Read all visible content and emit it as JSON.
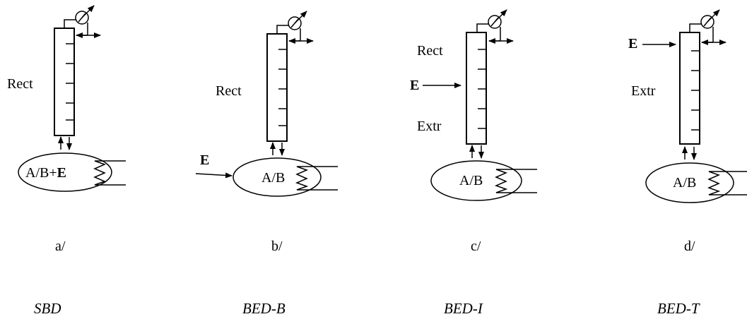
{
  "panels": [
    {
      "id": "a",
      "column_label": "Rect",
      "entrainer_label": "",
      "pot_label": "A/B+",
      "pot_bold": "E",
      "sub_label": "a/",
      "caption": "SBD"
    },
    {
      "id": "b",
      "column_label": "Rect",
      "entrainer_label": "E",
      "pot_label": "A/B",
      "pot_bold": "",
      "sub_label": "b/",
      "caption": "BED-B"
    },
    {
      "id": "c",
      "column_label": "Rect",
      "extr_label": "Extr",
      "entrainer_label": "E",
      "pot_label": "A/B",
      "pot_bold": "",
      "sub_label": "c/",
      "caption": "BED-I"
    },
    {
      "id": "d",
      "extr_label": "Extr",
      "entrainer_label": "E",
      "pot_label": "A/B",
      "pot_bold": "",
      "sub_label": "d/",
      "caption": "BED-T"
    }
  ]
}
